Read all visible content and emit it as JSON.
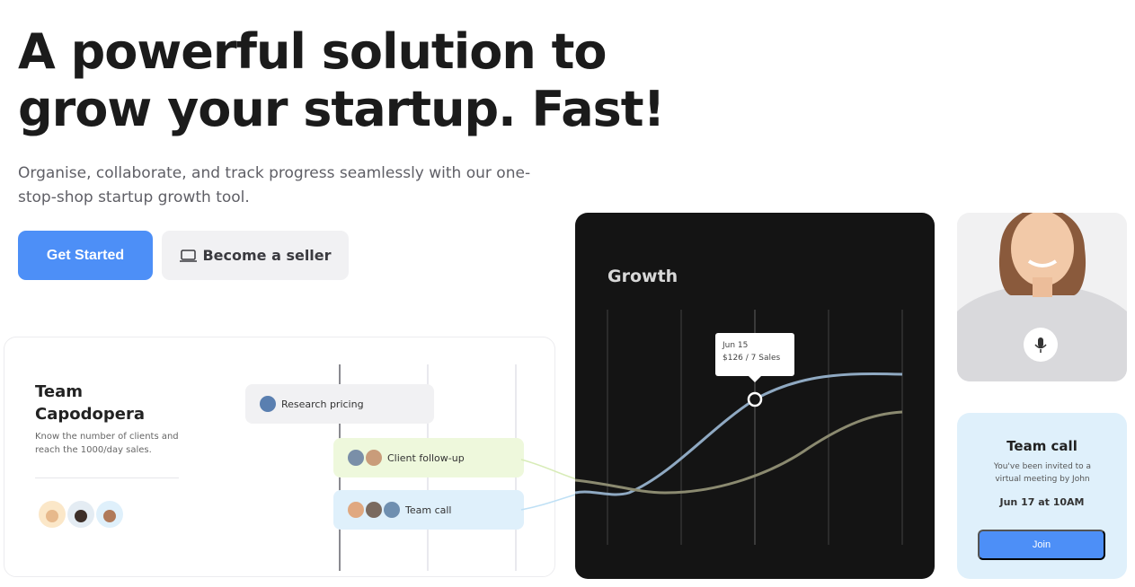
{
  "hero": {
    "headline": "A powerful solution to grow your startup. Fast!",
    "subtitle": "Organise, collaborate, and track progress seamlessly with our one-stop-shop startup growth tool.",
    "primary_button": "Get Started",
    "secondary_button": "Become a seller",
    "secondary_icon": "laptop-icon"
  },
  "team_card": {
    "title": "Team Capodopera",
    "description": "Know the number of clients and reach the 1000/day sales.",
    "tasks": [
      {
        "label": "Research pricing",
        "color": "#f1f1f3"
      },
      {
        "label": "Client follow-up",
        "color": "#eef8dc"
      },
      {
        "label": "Team call",
        "color": "#dff0fb"
      }
    ]
  },
  "growth": {
    "title": "Growth",
    "tooltip_date": "Jun 15",
    "tooltip_value": "$126 / 7 Sales"
  },
  "call_card": {
    "title": "Team call",
    "description": "You've been invited to a virtual meeting by John",
    "time": "Jun 17 at 10AM",
    "button": "Join",
    "mic_icon": "microphone-icon"
  },
  "colors": {
    "accent": "#4d8ff7",
    "dark_card": "#141414",
    "call_bg": "#dff0fb",
    "followup_bg": "#eef8dc"
  }
}
